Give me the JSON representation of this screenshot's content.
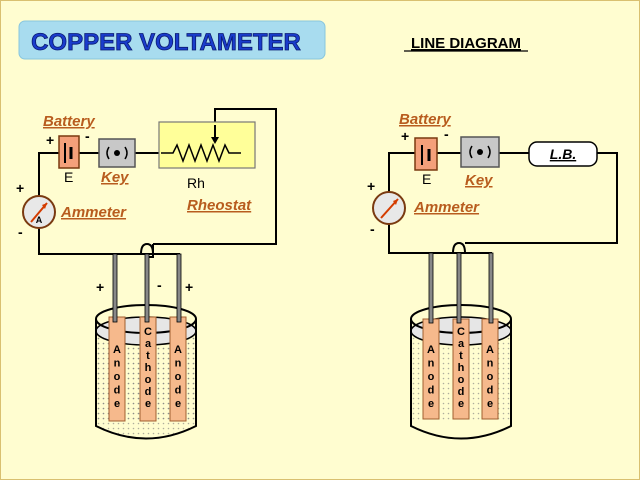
{
  "title": "COPPER VOLTAMETER",
  "subtitle": "LINE DIAGRAM",
  "left": {
    "battery_label": "Battery",
    "battery_sign_plus": "+",
    "battery_sign_minus": "-",
    "battery_name": "E",
    "key_label": "Key",
    "rheostat_symbol": "Rh",
    "rheostat_label": "Rheostat",
    "ammeter_label": "Ammeter",
    "ammeter_symbol": "A",
    "ammeter_plus": "+",
    "ammeter_minus": "-",
    "electrode_plus_left": "+",
    "electrode_minus": "-",
    "electrode_plus_right": "+",
    "anode": "Anode",
    "cathode": "Cathode"
  },
  "right": {
    "battery_label": "Battery",
    "battery_sign_plus": "+",
    "battery_sign_minus": "-",
    "battery_name": "E",
    "key_label": "Key",
    "load_label": "L.B.",
    "ammeter_label": "Ammeter",
    "ammeter_plus": "+",
    "ammeter_minus": "-",
    "anode": "Anode",
    "cathode": "Cathode"
  },
  "colors": {
    "background": "#fffdd0",
    "title_box": "#a8dcef",
    "title_text": "#1a3ccc",
    "label_orange": "#b85c1e",
    "battery_fill": "#f4a07a",
    "key_fill": "#c8c8c8",
    "rheostat_fill": "#ffff99",
    "electrode_fill": "#f6b98c",
    "ammeter_fill": "#e8e8e8",
    "ammeter_arrow": "#d43c00",
    "wire": "#000000"
  },
  "icons": [
    "battery-icon",
    "key-icon",
    "rheostat-icon",
    "ammeter-icon",
    "lamp-bulb-icon",
    "beaker-icon"
  ]
}
